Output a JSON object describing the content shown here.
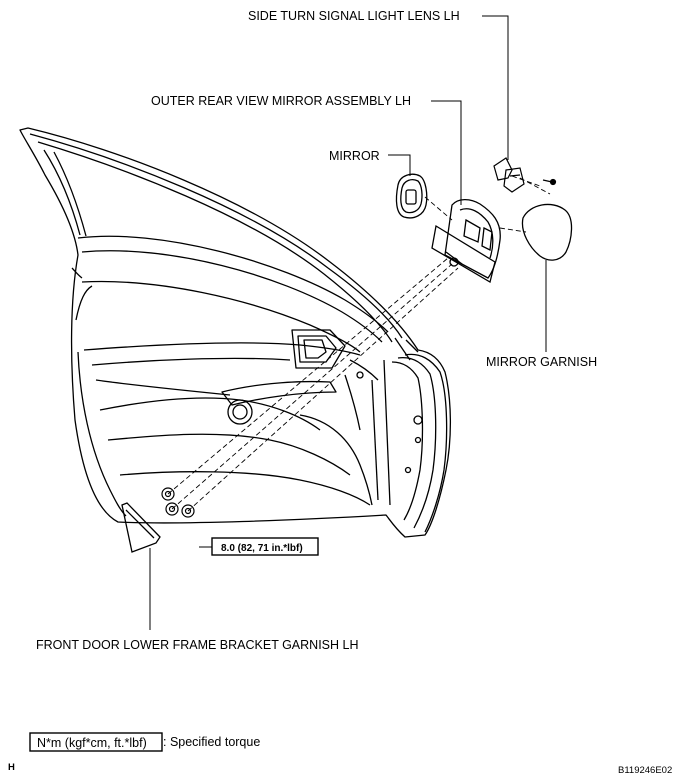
{
  "labels": {
    "side_turn_signal": "SIDE TURN SIGNAL LIGHT LENS LH",
    "outer_mirror_assembly": "OUTER REAR VIEW MIRROR ASSEMBLY LH",
    "mirror": "MIRROR",
    "mirror_garnish": "MIRROR GARNISH",
    "front_door_garnish": "FRONT DOOR LOWER FRAME BRACKET GARNISH LH"
  },
  "torque_spec": "8.0 (82, 71 in.*lbf)",
  "legend": {
    "unit_box": "N*m (kgf*cm, ft.*lbf)",
    "description": ": Specified torque"
  },
  "corner_letter": "H",
  "figure_id": "B119246E02"
}
